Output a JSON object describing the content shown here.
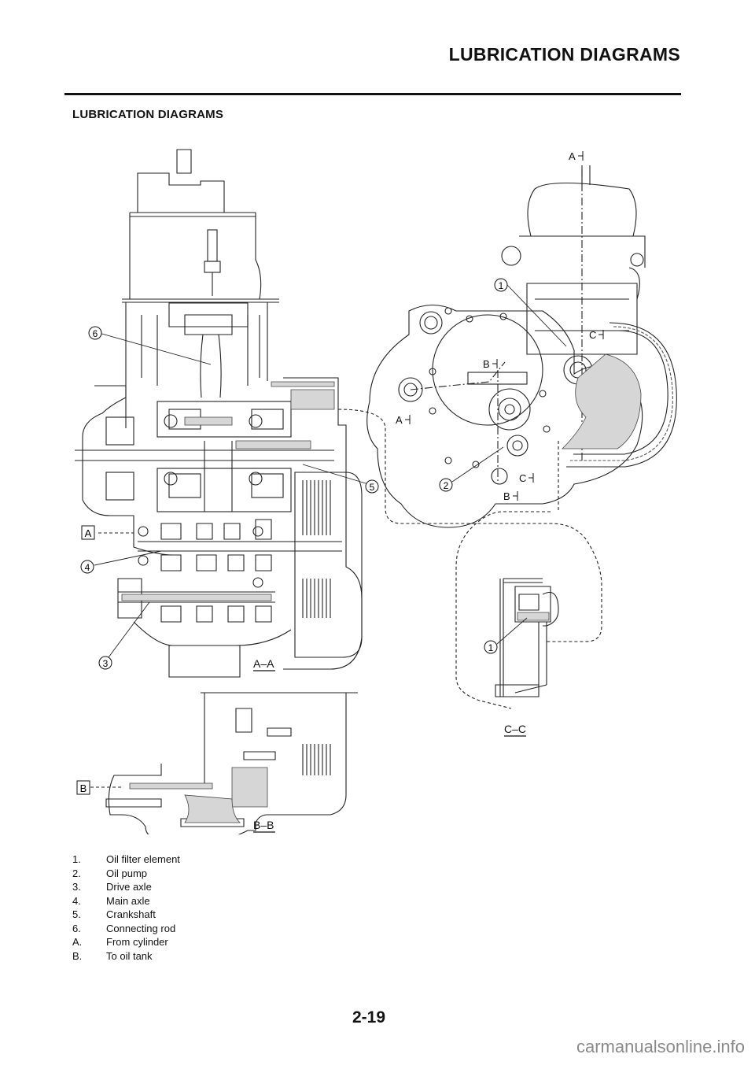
{
  "header": {
    "title": "LUBRICATION DIAGRAMS"
  },
  "section": {
    "title": "LUBRICATION DIAGRAMS"
  },
  "diagram": {
    "callouts": {
      "c1_side": "1",
      "c2_side": "2",
      "c3": "3",
      "c4": "4",
      "c5": "5",
      "c6": "6",
      "c1_cc": "1"
    },
    "boxed_labels": {
      "A": "A",
      "B": "B"
    },
    "section_marks": {
      "a_top": "A",
      "a_left": "A",
      "b_upper": "B",
      "b_lower": "B",
      "c_upper": "C",
      "c_lower": "C"
    },
    "section_views": {
      "aa": "A–A",
      "bb": "B–B",
      "cc": "C–C"
    }
  },
  "legend": [
    {
      "key": "1.",
      "label": "Oil filter element"
    },
    {
      "key": "2.",
      "label": "Oil pump"
    },
    {
      "key": "3.",
      "label": "Drive axle"
    },
    {
      "key": "4.",
      "label": "Main axle"
    },
    {
      "key": "5.",
      "label": "Crankshaft"
    },
    {
      "key": "6.",
      "label": "Connecting rod"
    },
    {
      "key": "A.",
      "label": "From cylinder"
    },
    {
      "key": "B.",
      "label": "To oil tank"
    }
  ],
  "footer": {
    "page_number": "2-19",
    "watermark": "carmanualsonline.info"
  },
  "colors": {
    "ink": "#111111",
    "oil_fill": "#d6d6d6",
    "watermark": "#8a8a8a"
  }
}
